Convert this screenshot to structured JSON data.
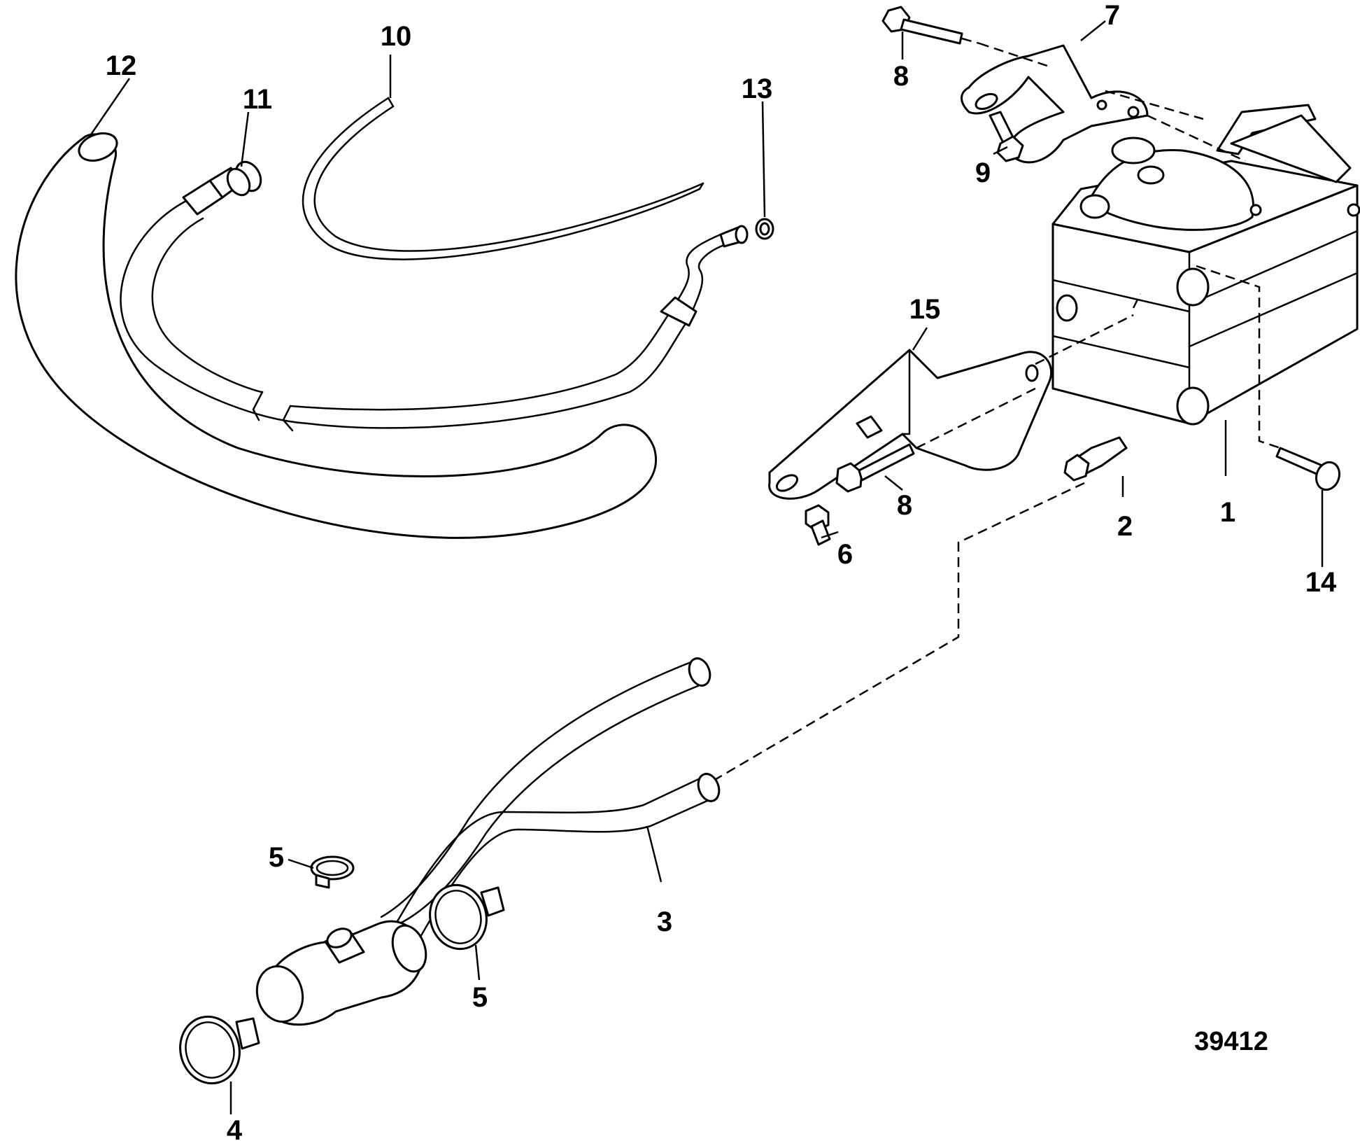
{
  "callouts": {
    "c1": "1",
    "c2": "2",
    "c3": "3",
    "c4": "4",
    "c5a": "5",
    "c5b": "5",
    "c6": "6",
    "c7": "7",
    "c8a": "8",
    "c8b": "8",
    "c9": "9",
    "c10": "10",
    "c11": "11",
    "c12": "12",
    "c13": "13",
    "c14": "14",
    "c15": "15"
  },
  "figure_number": "39412",
  "colors": {
    "line": "#000000",
    "background": "#ffffff"
  }
}
